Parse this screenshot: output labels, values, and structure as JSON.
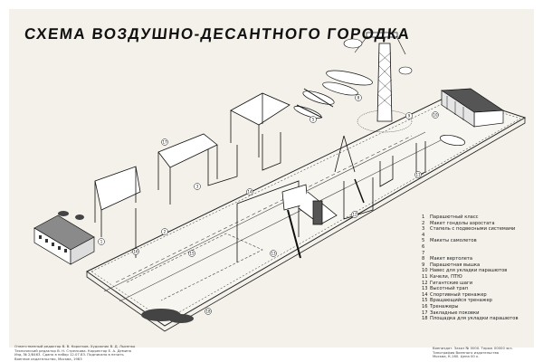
{
  "title": "СХЕМА ВОЗДУШНО-ДЕСАНТНОГО ГОРОДКА",
  "legend": [
    {
      "num": "1",
      "label": "Парашютный класс"
    },
    {
      "num": "2",
      "label": "Макет гондолы аэростата"
    },
    {
      "num": "3",
      "label": "Стапель с подвесными системами"
    },
    {
      "num": "4",
      "label": ""
    },
    {
      "num": "5",
      "label": "Макеты самолетов"
    },
    {
      "num": "6",
      "label": ""
    },
    {
      "num": "7",
      "label": ""
    },
    {
      "num": "8",
      "label": "Макет вертолета"
    },
    {
      "num": "9",
      "label": "Парашютная вышка"
    },
    {
      "num": "10",
      "label": "Навес для укладки парашютов"
    },
    {
      "num": "11",
      "label": "Качели, ПТЮ"
    },
    {
      "num": "12",
      "label": "Гигантские шаги"
    },
    {
      "num": "13",
      "label": "Высотный трап"
    },
    {
      "num": "14",
      "label": "Спортивный тренажер"
    },
    {
      "num": "15",
      "label": "Вращающийся тренажер"
    },
    {
      "num": "16",
      "label": "Тренажеры"
    },
    {
      "num": "17",
      "label": "Закладные поковки"
    },
    {
      "num": "18",
      "label": "Площадка для укладки парашютов"
    }
  ],
  "footer_left": [
    "Ответственный редактор В. В. Коротков. Художник В. Д. Лысенко",
    "Технический редактор В. Н. Стрелкова. Корректор Е. А. Демина",
    "Изд. № 2/8463. Сдано в набор 12.07.83. Подписано в печать",
    "Военное издательство, Москва, 1983"
  ],
  "footer_right": [
    "Воениздат. Заказ № 0000. Тираж 00000 экз.",
    "Типография Военного издательства",
    "Москва, К-160. Цена 00 к."
  ]
}
